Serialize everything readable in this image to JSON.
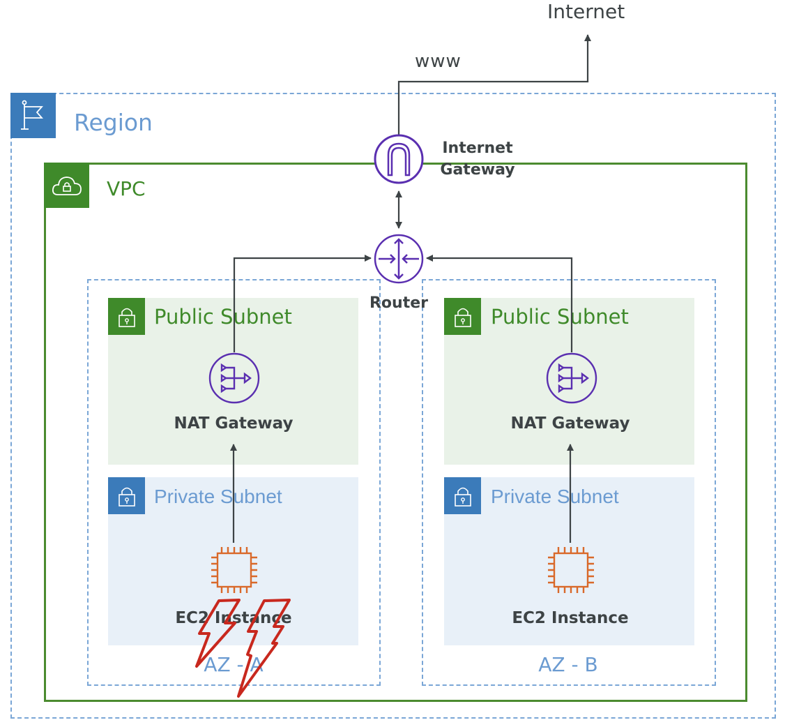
{
  "diagram": {
    "internet_label": "Internet",
    "www_label": "www",
    "region": {
      "label": "Region",
      "icon": "flag-icon"
    },
    "vpc": {
      "label": "VPC",
      "icon": "cloud-lock-icon"
    },
    "internet_gateway": {
      "label_line1": "Internet",
      "label_line2": "Gateway",
      "icon": "internet-gateway-icon"
    },
    "router": {
      "label": "Router",
      "icon": "router-icon"
    },
    "availability_zones": [
      {
        "label": "AZ - A",
        "public_subnet": {
          "label": "Public Subnet",
          "icon": "lock-icon"
        },
        "nat_gateway": {
          "label": "NAT Gateway",
          "icon": "nat-gateway-icon"
        },
        "private_subnet": {
          "label": "Private Subnet",
          "icon": "lock-icon"
        },
        "ec2": {
          "label": "EC2 Instance",
          "icon": "chip-icon"
        },
        "status": "failure",
        "failure_marker": "lightning-bolt-icon"
      },
      {
        "label": "AZ - B",
        "public_subnet": {
          "label": "Public Subnet",
          "icon": "lock-icon"
        },
        "nat_gateway": {
          "label": "NAT Gateway",
          "icon": "nat-gateway-icon"
        },
        "private_subnet": {
          "label": "Private Subnet",
          "icon": "lock-icon"
        },
        "ec2": {
          "label": "EC2 Instance",
          "icon": "chip-icon"
        },
        "status": "healthy"
      }
    ],
    "colors": {
      "region": "#3b7bba",
      "region_text": "#6b9bd1",
      "vpc": "#3f8a2a",
      "public_subnet_bg": "#e9f2e8",
      "private_subnet_bg": "#e8f0f8",
      "network_icon": "#5a2fb0",
      "ec2_icon": "#d9692a",
      "failure": "#c8281e",
      "arrow": "#3d4345"
    }
  }
}
